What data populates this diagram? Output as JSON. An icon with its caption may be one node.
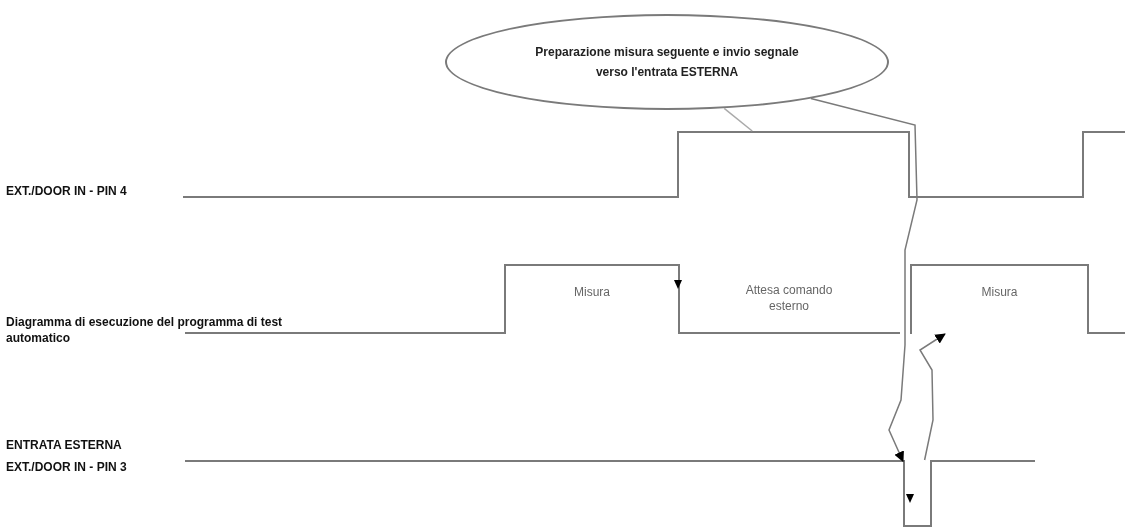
{
  "diagram": {
    "nodes": [
      {
        "text": [
          "Preparazione misura seguente e invio segnale verso l'entrata ESTERNA"
        ]
      },
      {
        "text": [],
        "shape": "box"
      },
      {
        "text": [
          "Misura"
        ]
      },
      {
        "text": [
          "Attesa comando esterno"
        ]
      },
      {
        "text": [
          "Misura"
        ]
      },
      {
        "text": [],
        "shape": "box"
      }
    ],
    "edges": [
      {
        "from": 0,
        "to": 1,
        "arrow": "none",
        "color": "#aaaaaa"
      },
      {
        "from": 0,
        "to": 5,
        "arrow": "to"
      },
      {
        "from": 5,
        "to": 4,
        "arrow": "to"
      }
    ],
    "labels": [
      "EXT./DOOR IN - PIN 4",
      "Diagramma di esecuzione del programma di test automatico",
      "ENTRATA ESTERNA",
      "EXT./DOOR IN - PIN 3"
    ]
  }
}
